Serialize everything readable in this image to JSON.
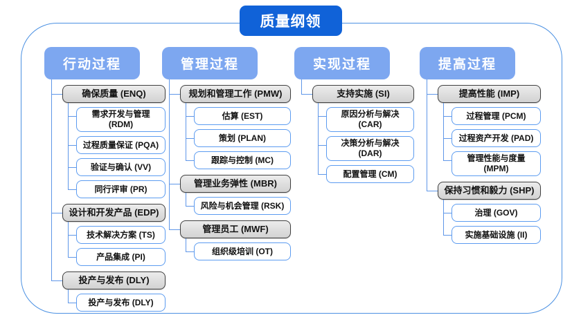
{
  "title": "质量纲领",
  "colors": {
    "title_bg": "#1062d8",
    "header_bg": "#7da7f0",
    "connector_line": "#5e96e8",
    "frame_border": "#4a90e2",
    "leaf_border": "#5b9bf0",
    "group_fill": "#d9d9d9",
    "group_border": "#3f3f3f"
  },
  "columns": [
    {
      "header": "行动过程",
      "groups": [
        {
          "label": "确保质量 (ENQ)",
          "children": [
            "需求开发与管理 (RDM)",
            "过程质量保证 (PQA)",
            "验证与确认 (VV)",
            "同行评审 (PR)"
          ]
        },
        {
          "label": "设计和开发产品 (EDP)",
          "children": [
            "技术解决方案 (TS)",
            "产品集成 (PI)"
          ]
        },
        {
          "label": "投产与发布 (DLY)",
          "children": [
            "投产与发布 (DLY)"
          ]
        }
      ]
    },
    {
      "header": "管理过程",
      "groups": [
        {
          "label": "规划和管理工作 (PMW)",
          "children": [
            "估算 (EST)",
            "策划 (PLAN)",
            "跟踪与控制 (MC)"
          ]
        },
        {
          "label": "管理业务弹性 (MBR)",
          "children": [
            "风险与机会管理 (RSK)"
          ]
        },
        {
          "label": "管理员工 (MWF)",
          "children": [
            "组织级培训 (OT)"
          ]
        }
      ]
    },
    {
      "header": "实现过程",
      "groups": [
        {
          "label": "支持实施 (SI)",
          "children": [
            "原因分析与解决 (CAR)",
            "决策分析与解决 (DAR)",
            "配置管理 (CM)"
          ]
        }
      ]
    },
    {
      "header": "提高过程",
      "groups": [
        {
          "label": "提高性能 (IMP)",
          "children": [
            "过程管理 (PCM)",
            "过程资产开发 (PAD)",
            "管理性能与度量\n(MPM)"
          ]
        },
        {
          "label": "保持习惯和毅力 (SHP)",
          "children": [
            "治理 (GOV)",
            "实施基础设施 (II)"
          ]
        }
      ]
    }
  ]
}
